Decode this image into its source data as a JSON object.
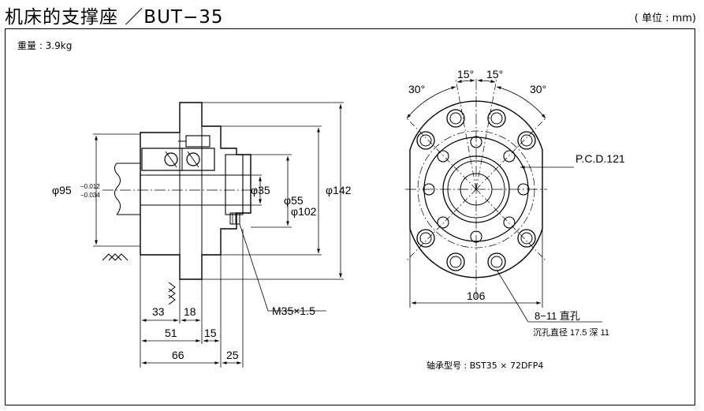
{
  "header": {
    "title": "机床的支撑座 ／BUT−35",
    "unit": "( 单位 : mm)"
  },
  "weight_label": "重量 : 3.9kg",
  "bearing_note": "轴承型号 : BST35 × 72DFP4",
  "side_view": {
    "dim_d95": "φ95",
    "tol_upper": "−0.012",
    "tol_lower": "−0.034",
    "dim_d35": "φ35",
    "dim_d55": "φ55",
    "dim_d102": "φ102",
    "dim_d142": "φ142",
    "dim_33": "33",
    "dim_18": "18",
    "dim_51": "51",
    "dim_15": "15",
    "dim_66": "66",
    "dim_25": "25",
    "thread_label": "M35×1.5"
  },
  "front_view": {
    "angle_30_left": "30°",
    "angle_15_left": "15°",
    "angle_15_right": "15°",
    "angle_30_right": "30°",
    "pcd_label": "P.C.D.121",
    "dim_106": "106",
    "holes_label": "8−11 直孔",
    "counterbore_label": "沉孔直径 17.5 深 11"
  }
}
